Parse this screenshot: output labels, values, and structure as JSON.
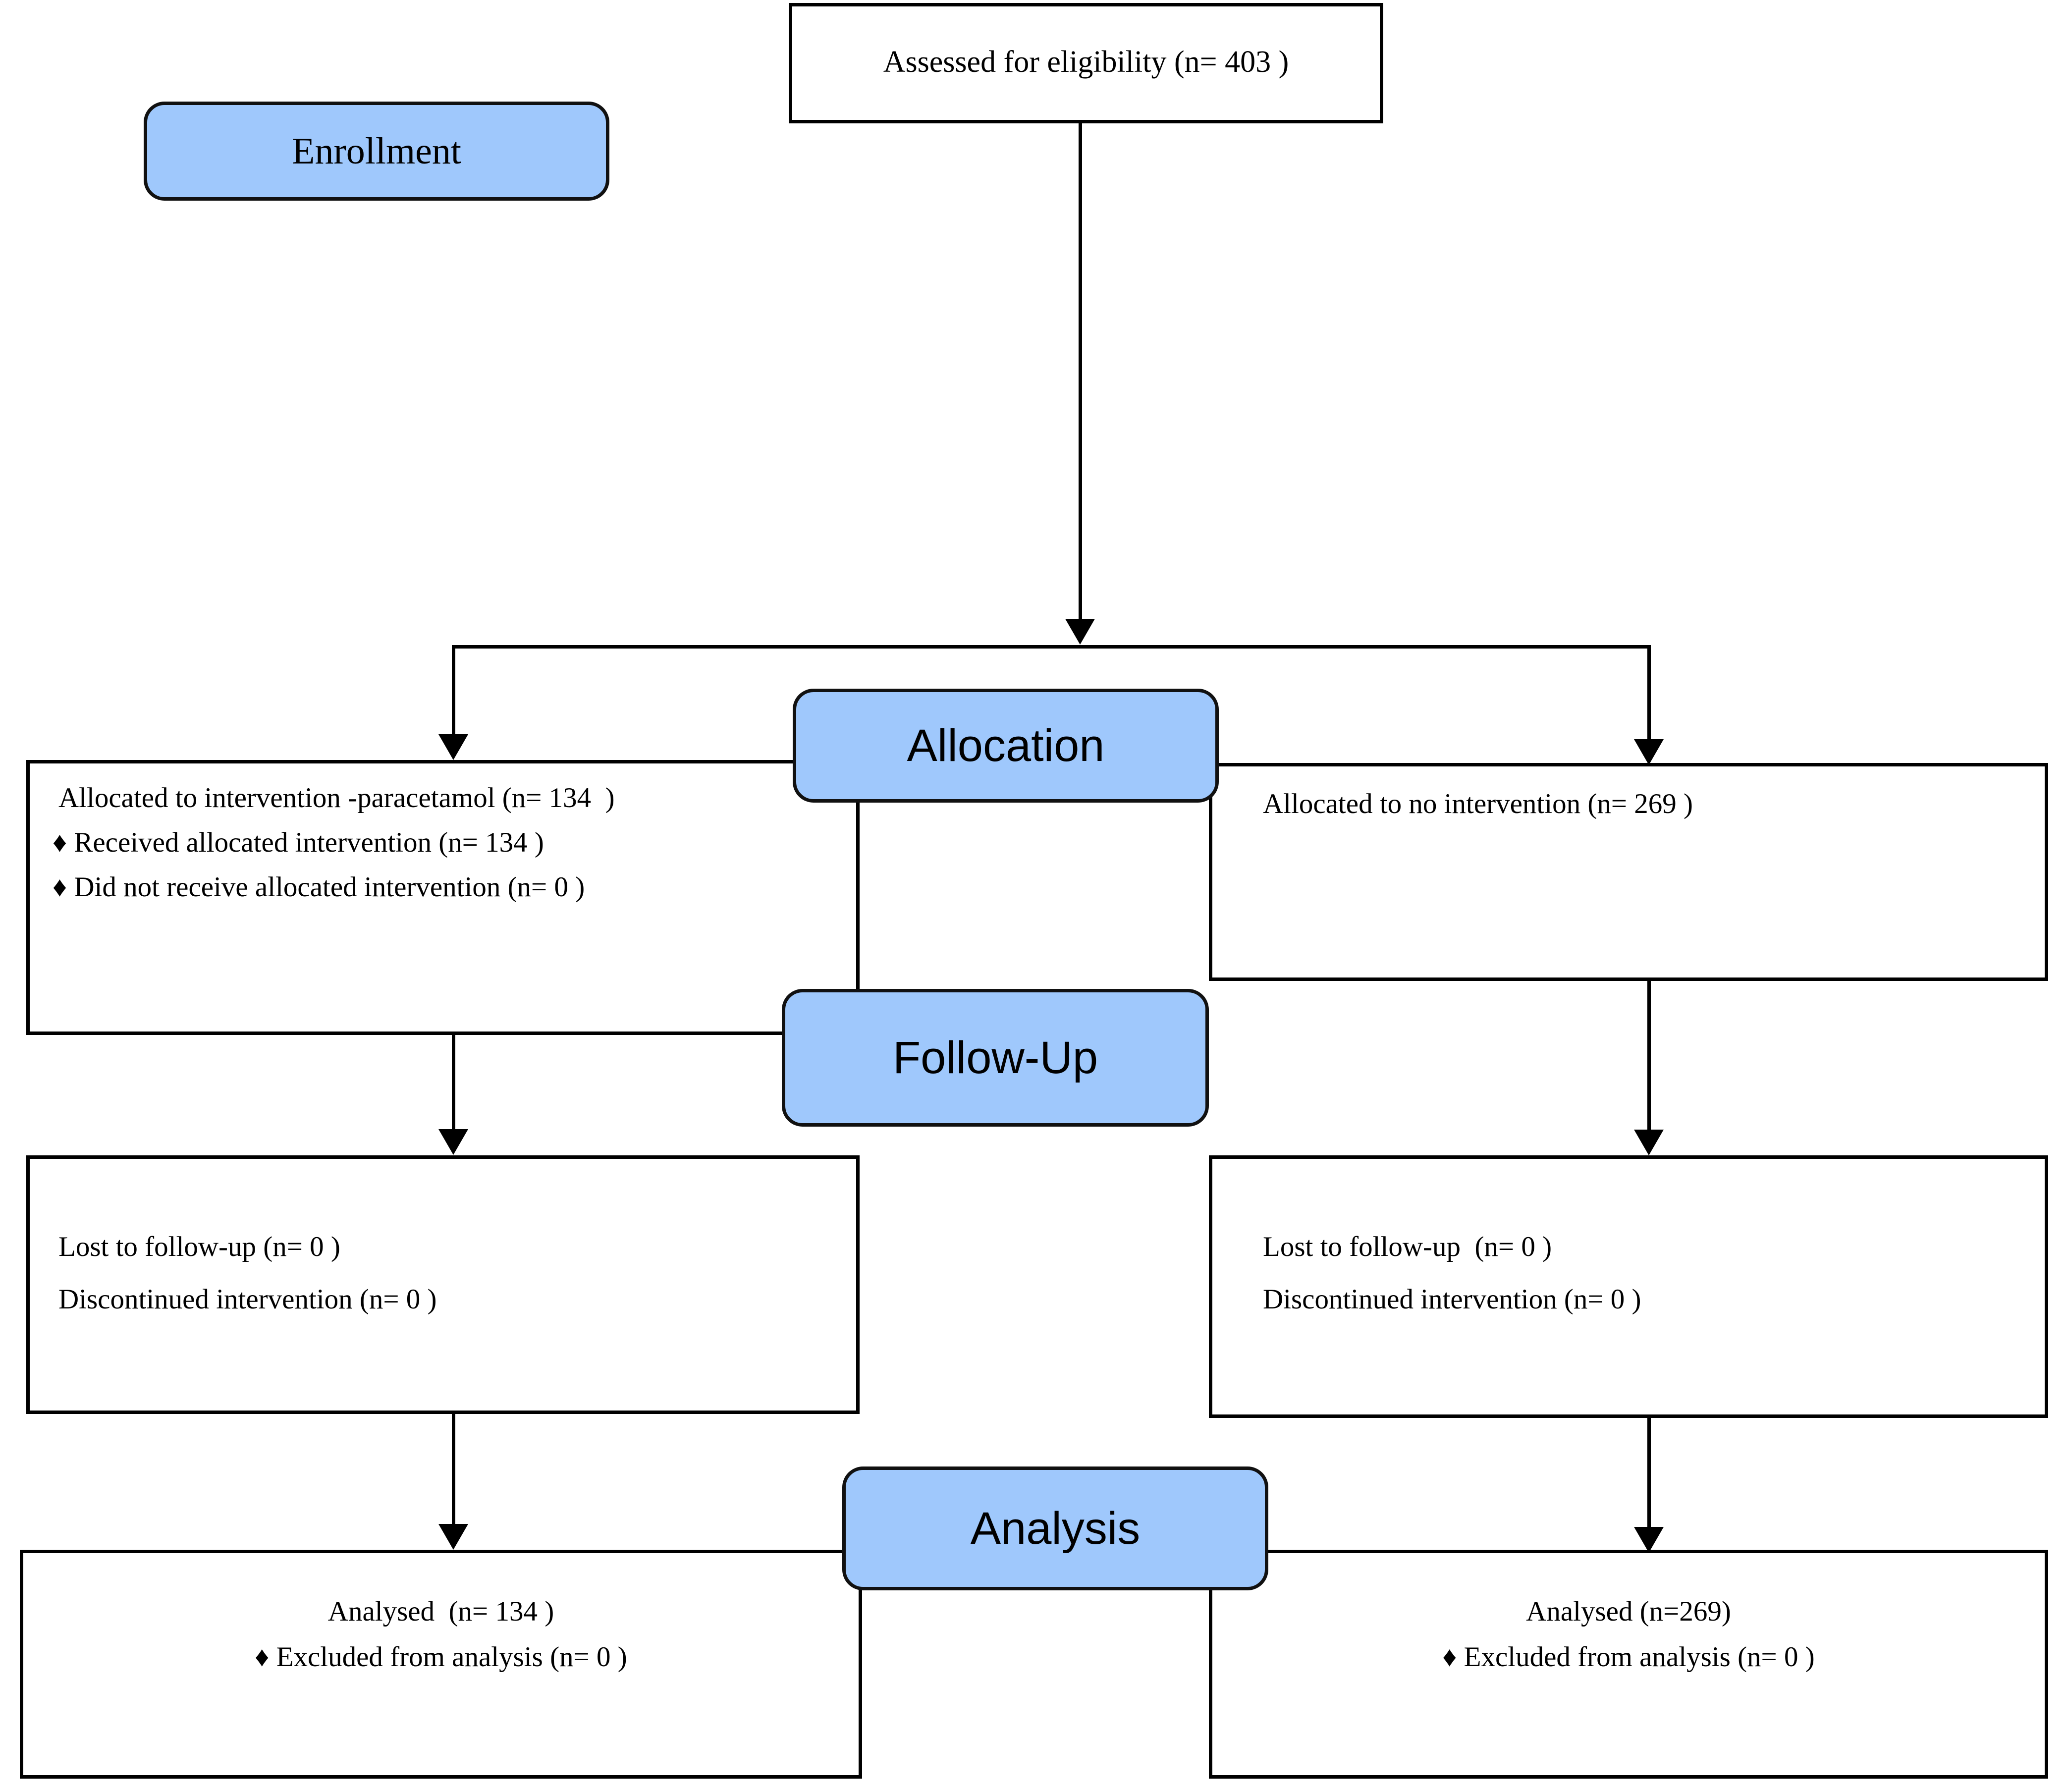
{
  "diagram": {
    "title": "CONSORT participant flow diagram",
    "accent_color": "#9fc8fc",
    "line_color": "#000000",
    "text_color": "#000000"
  },
  "stage_labels": {
    "enrollment": "Enrollment",
    "allocation": "Allocation",
    "followup": "Follow-Up",
    "analysis": "Analysis"
  },
  "nodes": {
    "assessed": {
      "lines": [
        "Assessed for eligibility (n= 403 )"
      ]
    },
    "allocated_left": {
      "lines": [
        "Allocated to intervention -paracetamol (n= 134  )",
        "♦ Received allocated intervention (n= 134 )",
        "♦ Did not receive allocated intervention (n= 0 )"
      ]
    },
    "allocated_right": {
      "lines": [
        "Allocated to no intervention (n= 269 )"
      ]
    },
    "followup_left": {
      "lines": [
        "Lost to follow-up (n= 0 )",
        "Discontinued intervention (n= 0 )"
      ]
    },
    "followup_right": {
      "lines": [
        "Lost to follow-up  (n= 0 )",
        "Discontinued intervention (n= 0 )"
      ]
    },
    "analysed_left": {
      "lines": [
        "Analysed  (n= 134 )",
        "♦ Excluded from analysis (n= 0 )"
      ]
    },
    "analysed_right": {
      "lines": [
        "Analysed (n=269)",
        "♦ Excluded from analysis (n= 0 )"
      ]
    }
  },
  "chart_data": {
    "type": "diagram",
    "flow": "CONSORT",
    "assessed_for_eligibility": 403,
    "arms": [
      {
        "name": "Intervention - paracetamol",
        "allocated": 134,
        "received_allocated_intervention": 134,
        "did_not_receive_allocated_intervention": 0,
        "lost_to_follow_up": 0,
        "discontinued_intervention": 0,
        "analysed": 134,
        "excluded_from_analysis": 0
      },
      {
        "name": "No intervention",
        "allocated": 269,
        "lost_to_follow_up": 0,
        "discontinued_intervention": 0,
        "analysed": 269,
        "excluded_from_analysis": 0
      }
    ],
    "stages": [
      "Enrollment",
      "Allocation",
      "Follow-Up",
      "Analysis"
    ]
  }
}
